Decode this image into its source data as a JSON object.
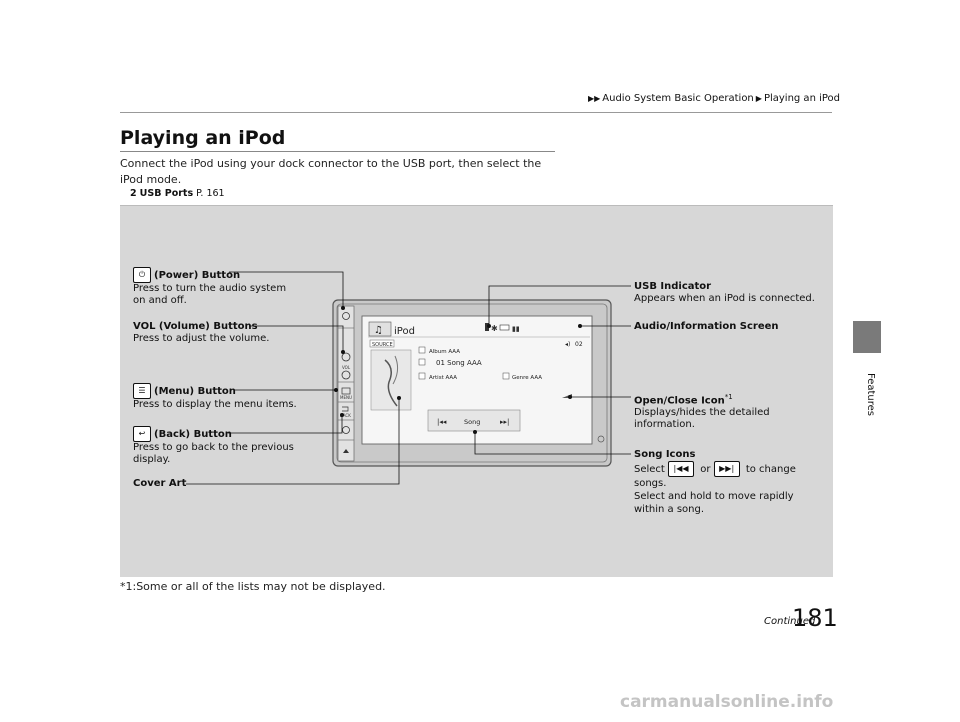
{
  "header": {
    "breadcrumb_arrows": "▶▶",
    "breadcrumb_section": "Audio System Basic Operation",
    "breadcrumb_arrow2": "▶",
    "breadcrumb_page": "Playing an iPod"
  },
  "side_tab": {
    "label": "Features"
  },
  "title": "Playing an iPod",
  "intro": "Connect the iPod using your dock connector to the USB port, then select the iPod mode.",
  "xref": {
    "icon": "2",
    "label": "USB Ports",
    "page": "P. 161"
  },
  "labels": {
    "power_title": "(Power) Button",
    "power_desc1": "Press to turn the audio system",
    "power_desc2": "on and off.",
    "vol_title": "VOL (Volume) Buttons",
    "vol_desc": "Press to adjust the volume.",
    "menu_title": "(Menu) Button",
    "menu_desc": "Press to display the menu items.",
    "back_title": "(Back) Button",
    "back_desc1": "Press to go back to the previous",
    "back_desc2": "display.",
    "cover_art": "Cover Art",
    "usb_title": "USB Indicator",
    "usb_desc": "Appears when an iPod is connected.",
    "audio_info": "Audio/Information Screen",
    "open_close_title": "Open/Close Icon",
    "open_close_sup": "*1",
    "open_close_desc1": "Displays/hides the detailed",
    "open_close_desc2": "information.",
    "song_icons_title": "Song Icons",
    "song_select": "Select",
    "song_or": "or",
    "song_change": "to change",
    "song_songs": "songs.",
    "song_hold1": "Select and hold to move rapidly",
    "song_hold2": "within a song."
  },
  "screen": {
    "source_label": "iPod",
    "source_button": "SOURCE",
    "album": "Album AAA",
    "song": "01 Song AAA",
    "artist": "Artist AAA",
    "genre": "Genre AAA",
    "volume": "02",
    "song_control": "Song",
    "vol_key": "VOL",
    "menu_key": "MENU",
    "back_key": "BACK"
  },
  "footnote": "*1:Some or all of the lists may not be displayed.",
  "footer": {
    "continued": "Continued",
    "page_number": "181"
  },
  "watermark": "carmanualsonline.info"
}
